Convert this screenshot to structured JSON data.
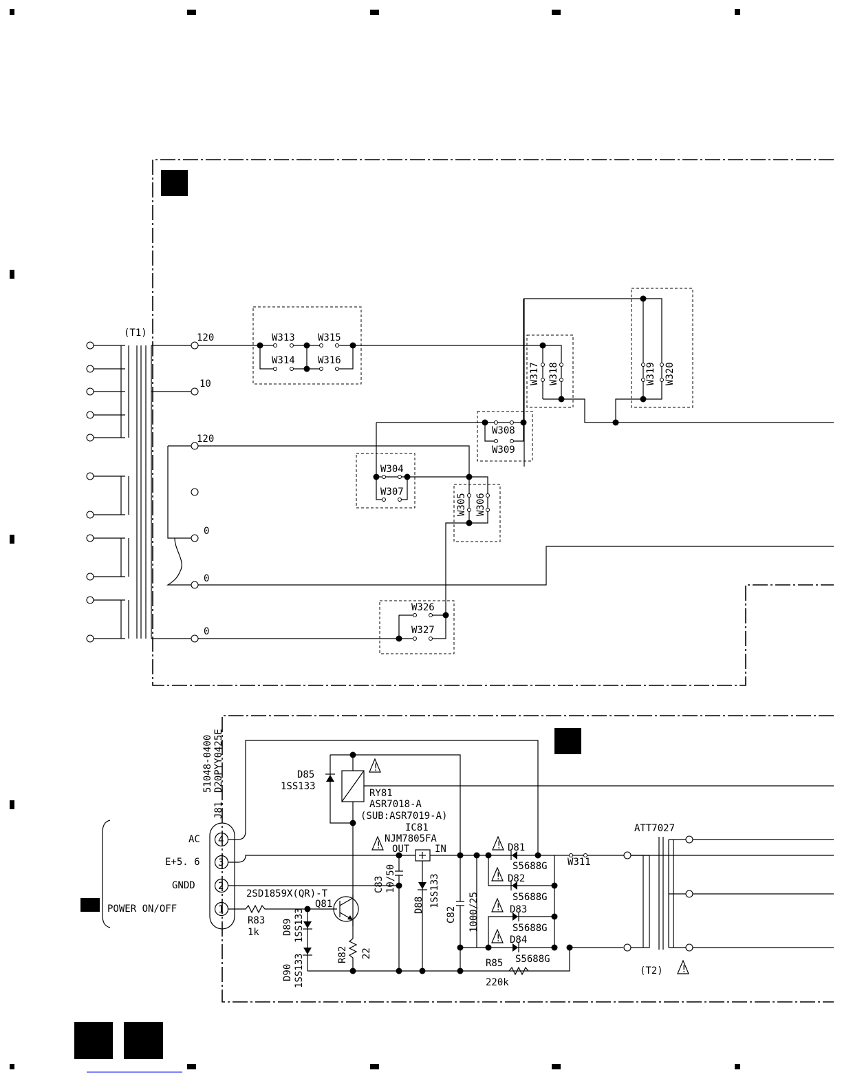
{
  "transformer_t1": {
    "label": "(T1)",
    "taps": [
      "120",
      "10",
      "120",
      "0",
      "0",
      "0"
    ]
  },
  "jumpers_top": [
    "W313",
    "W315",
    "W314",
    "W316",
    "W317",
    "W318",
    "W319",
    "W320",
    "W308",
    "W309",
    "W304",
    "W307",
    "W305",
    "W306",
    "W326",
    "W327"
  ],
  "connector_j81": {
    "ref": "J81",
    "part1": "51048-0400",
    "part2": "D20PYY0425E",
    "pins": [
      {
        "num": "4",
        "label": "AC"
      },
      {
        "num": "3",
        "label": "E+5. 6"
      },
      {
        "num": "2",
        "label": "GNDD"
      },
      {
        "num": "1",
        "label": "POWER  ON/OFF"
      }
    ]
  },
  "relay": {
    "ref": "RY81",
    "part": "ASR7018-A",
    "sub": "(SUB:ASR7019-A)"
  },
  "diode_d85": {
    "ref": "D85",
    "part": "1SS133"
  },
  "regulator": {
    "ref": "IC81",
    "part": "NJM7805FA",
    "out": "OUT",
    "in": "IN"
  },
  "cap_c83": {
    "ref": "C83",
    "value": "10/50"
  },
  "diode_d88": {
    "ref": "D88",
    "part": "1SS133"
  },
  "cap_c82": {
    "ref": "C82",
    "value": "1000/25"
  },
  "transistor_q81": {
    "ref": "Q81",
    "part": "2SD1859X(QR)-T"
  },
  "resistor_r83": {
    "ref": "R83",
    "value": "1k"
  },
  "resistor_r82": {
    "ref": "R82",
    "value": "22"
  },
  "diode_d89": {
    "ref": "D89",
    "part": "1SS133"
  },
  "diode_d90": {
    "ref": "D90",
    "part": "1SS133"
  },
  "bridge": [
    {
      "ref": "D81",
      "part": "S5688G"
    },
    {
      "ref": "D82",
      "part": "S5688G"
    },
    {
      "ref": "D83",
      "part": "S5688G"
    },
    {
      "ref": "D84",
      "part": "S5688G"
    }
  ],
  "jumper_w311": "W311",
  "resistor_r85": {
    "ref": "R85",
    "value": "220k"
  },
  "transformer_t2": {
    "label": "(T2)",
    "part": "ATT7027"
  },
  "colors": {
    "ink": "#000000",
    "paper": "#ffffff",
    "link": "#0000ff"
  }
}
